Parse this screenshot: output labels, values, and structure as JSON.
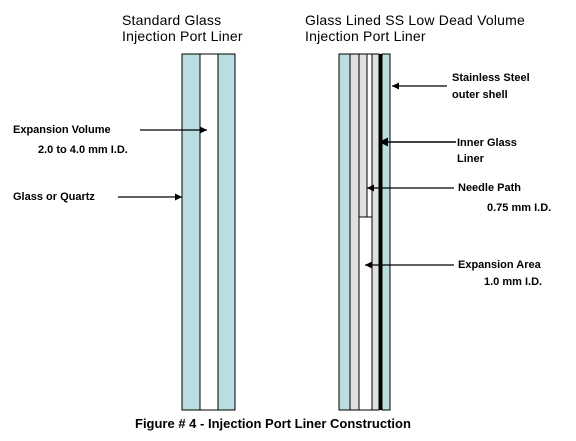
{
  "colors": {
    "glass": "#b9dde0",
    "shell": "#e0e0e0",
    "line": "#000000"
  },
  "left_liner": {
    "title_line1": "Standard Glass",
    "title_line2": "Injection Port Liner",
    "labels": {
      "expansion_volume": "Expansion Volume",
      "expansion_id": "2.0 to 4.0 mm I.D.",
      "glass_or_quartz": "Glass or Quartz"
    }
  },
  "right_liner": {
    "title_line1": "Glass Lined SS Low Dead Volume",
    "title_line2": "Injection Port Liner",
    "labels": {
      "stainless_line1": "Stainless Steel",
      "stainless_line2": "outer shell",
      "inner_glass_line1": "Inner Glass",
      "inner_glass_line2": "Liner",
      "needle_path": "Needle Path",
      "needle_id": "0.75 mm I.D.",
      "expansion_area": "Expansion Area",
      "expansion_area_id": "1.0 mm I.D."
    }
  },
  "caption": "Figure # 4  -  Injection Port Liner Construction"
}
